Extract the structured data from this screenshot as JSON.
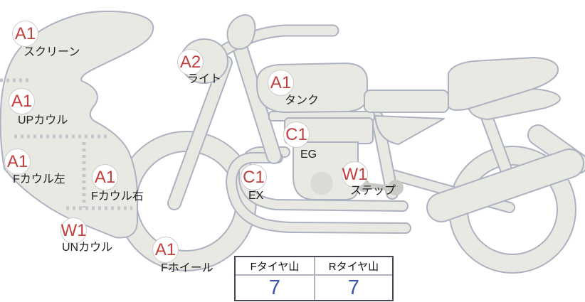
{
  "diagram": {
    "parts": [
      {
        "grade": "A1",
        "label": "スクリーン"
      },
      {
        "grade": "A1",
        "label": "UPカウル"
      },
      {
        "grade": "A1",
        "label": "Fカウル左"
      },
      {
        "grade": "A1",
        "label": "Fカウル右"
      },
      {
        "grade": "W1",
        "label": "UNカウル"
      },
      {
        "grade": "A1",
        "label": "Fホイール"
      },
      {
        "grade": "A2",
        "label": "ライト"
      },
      {
        "grade": "A1",
        "label": "タンク"
      },
      {
        "grade": "C1",
        "label": "EG"
      },
      {
        "grade": "C1",
        "label": "EX"
      },
      {
        "grade": "W1",
        "label": "ステップ"
      }
    ]
  },
  "tire_table": {
    "columns": [
      {
        "header": "Fタイヤ山",
        "value": "7"
      },
      {
        "header": "Rタイヤ山",
        "value": "7"
      }
    ]
  },
  "colors": {
    "grade_text": "#c0413e",
    "tire_value": "#3a52a8",
    "body_fill": "#e9e9e3",
    "body_stroke": "#acb2c0",
    "table_border": "#474751"
  }
}
